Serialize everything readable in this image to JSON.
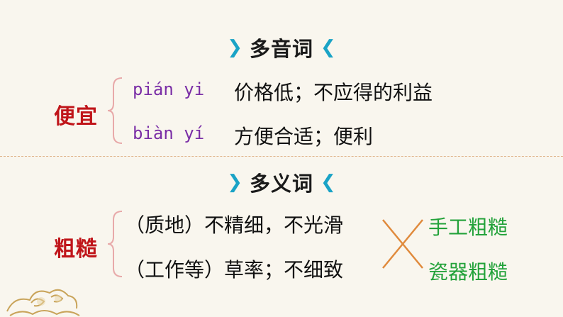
{
  "section1": {
    "heading": "多音词",
    "word": "便宜",
    "entries": [
      {
        "pinyin": "pián yi",
        "meaning": "价格低；不应得的利益"
      },
      {
        "pinyin": "biàn yí",
        "meaning": "方便合适；便利"
      }
    ]
  },
  "section2": {
    "heading": "多义词",
    "word": "粗糙",
    "meanings": [
      "（质地）不精细，不光滑",
      "（工作等）草率；不细致"
    ],
    "usages": [
      "手工粗糙",
      "瓷器粗糙"
    ]
  },
  "colors": {
    "accent_chevron": "#1aa3c6",
    "word_red": "#c0151a",
    "pinyin_purple": "#7a2ea6",
    "usage_green": "#23a23a",
    "divider": "#e0b58c"
  },
  "icons": {
    "chevron_left": "chevron-right-icon",
    "chevron_right": "chevron-left-icon",
    "decoration": "cloud-ornament-icon"
  }
}
